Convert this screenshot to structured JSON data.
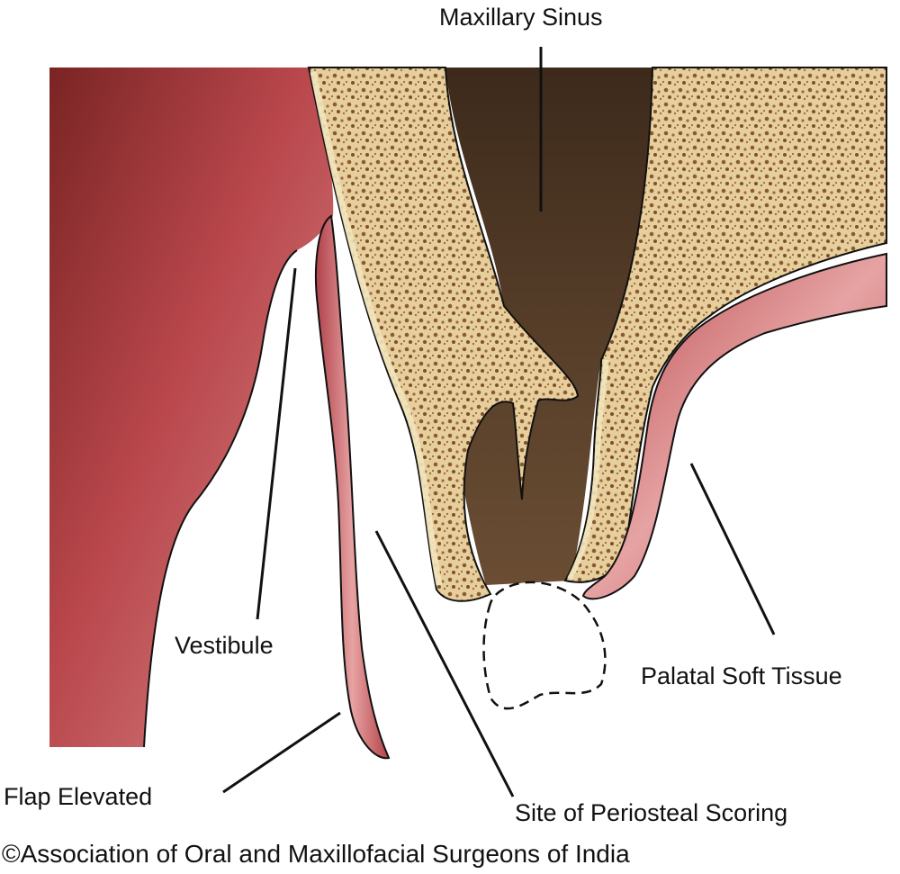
{
  "labels": {
    "maxillary_sinus": "Maxillary Sinus",
    "vestibule": "Vestibule",
    "palatal_soft_tissue": "Palatal Soft Tissue",
    "flap_elevated": "Flap Elevated",
    "periosteal_scoring": "Site of Periosteal Scoring"
  },
  "copyright": "©Association of Oral and Maxillofacial Surgeons of India",
  "colors": {
    "soft_tissue": "#c4555a",
    "soft_tissue_dark": "#8a2a2c",
    "bone": "#e8d3a3",
    "bone_pores": "#8c5a32",
    "sinus": "#4a3524",
    "outline": "#111111"
  }
}
